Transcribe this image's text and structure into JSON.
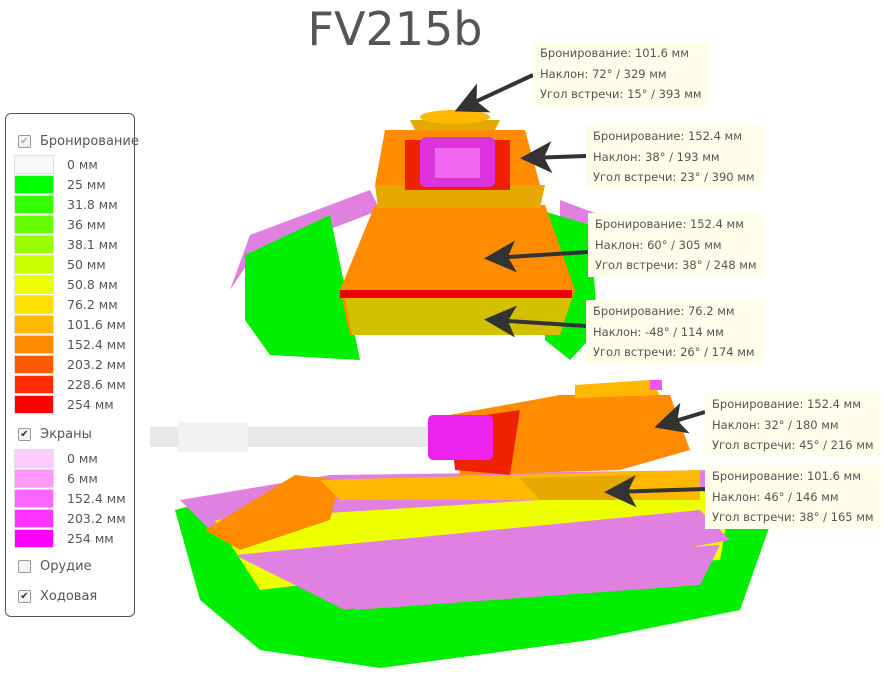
{
  "title": "FV215b",
  "legend": {
    "armor": {
      "label": "Бронирование",
      "checked": true,
      "items": [
        {
          "label": "0 мм",
          "color": "#f8f8f8"
        },
        {
          "label": "25 мм",
          "color": "#00ff00"
        },
        {
          "label": "31.8 мм",
          "color": "#33ff00"
        },
        {
          "label": "36 мм",
          "color": "#66ff00"
        },
        {
          "label": "38.1 мм",
          "color": "#99ff00"
        },
        {
          "label": "50 мм",
          "color": "#ccff00"
        },
        {
          "label": "50.8 мм",
          "color": "#eeff00"
        },
        {
          "label": "76.2 мм",
          "color": "#ffe000"
        },
        {
          "label": "101.6 мм",
          "color": "#ffb800"
        },
        {
          "label": "152.4 мм",
          "color": "#ff8c00"
        },
        {
          "label": "203.2 мм",
          "color": "#ff5a00"
        },
        {
          "label": "228.6 мм",
          "color": "#ff2d00"
        },
        {
          "label": "254 мм",
          "color": "#ff0000"
        }
      ]
    },
    "screens": {
      "label": "Экраны",
      "checked": true,
      "items": [
        {
          "label": "0 мм",
          "color": "#ffccff"
        },
        {
          "label": "6 мм",
          "color": "#ff99ff"
        },
        {
          "label": "152.4 мм",
          "color": "#ff66ff"
        },
        {
          "label": "203.2 мм",
          "color": "#ff33ff"
        },
        {
          "label": "254 мм",
          "color": "#ff00ff"
        }
      ]
    },
    "gun": {
      "label": "Орудие",
      "checked": false
    },
    "tracks": {
      "label": "Ходовая",
      "checked": true
    }
  },
  "tooltips": [
    {
      "armor": "Бронирование: 101.6 мм",
      "slope": "Наклон: 72° / 329 мм",
      "angle": "Угол встречи: 15° / 393 мм"
    },
    {
      "armor": "Бронирование: 152.4 мм",
      "slope": "Наклон: 38° / 193 мм",
      "angle": "Угол встречи: 23° / 390 мм"
    },
    {
      "armor": "Бронирование: 152.4 мм",
      "slope": "Наклон: 60° / 305 мм",
      "angle": "Угол встречи: 38° / 248 мм"
    },
    {
      "armor": "Бронирование: 76.2 мм",
      "slope": "Наклон: -48° / 114 мм",
      "angle": "Угол встречи: 26° / 174 мм"
    },
    {
      "armor": "Бронирование: 152.4 мм",
      "slope": "Наклон: 32° / 180 мм",
      "angle": "Угол встречи: 45° / 216 мм"
    },
    {
      "armor": "Бронирование: 101.6 мм",
      "slope": "Наклон: 46° / 146 мм",
      "angle": "Угол встречи: 38° / 165 мм"
    }
  ]
}
